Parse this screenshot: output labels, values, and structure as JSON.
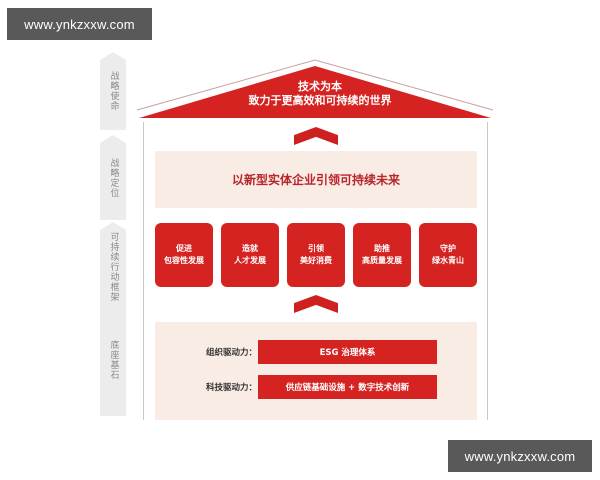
{
  "watermarks": {
    "top_left": "www.ynkzxxw.com",
    "bottom_right": "www.ynkzxxw.com"
  },
  "side_labels": [
    {
      "label": "战略使命"
    },
    {
      "label": "战略定位"
    },
    {
      "label": "可持续行动框架"
    },
    {
      "label": "底座基石"
    }
  ],
  "roof": {
    "line1": "技术为本",
    "line2": "致力于更高效和可持续的世界"
  },
  "positioning": {
    "text": "以新型实体企业引领可持续未来"
  },
  "pillars": [
    {
      "line1": "促进",
      "line2": "包容性发展"
    },
    {
      "line1": "造就",
      "line2": "人才发展"
    },
    {
      "line1": "引领",
      "line2": "美好消费"
    },
    {
      "line1": "助推",
      "line2": "高质量发展"
    },
    {
      "line1": "守护",
      "line2": "绿水青山"
    }
  ],
  "foundation": {
    "rows": [
      {
        "label": "组织驱动力：",
        "value": "ESG 治理体系"
      },
      {
        "label": "科技驱动力：",
        "value": "供应链基础设施 + 数字技术创新"
      }
    ]
  },
  "colors": {
    "primary_red": "#d42321",
    "band_bg": "#f9ece4",
    "side_bg": "#ececec",
    "watermark_bg": "#595959"
  }
}
